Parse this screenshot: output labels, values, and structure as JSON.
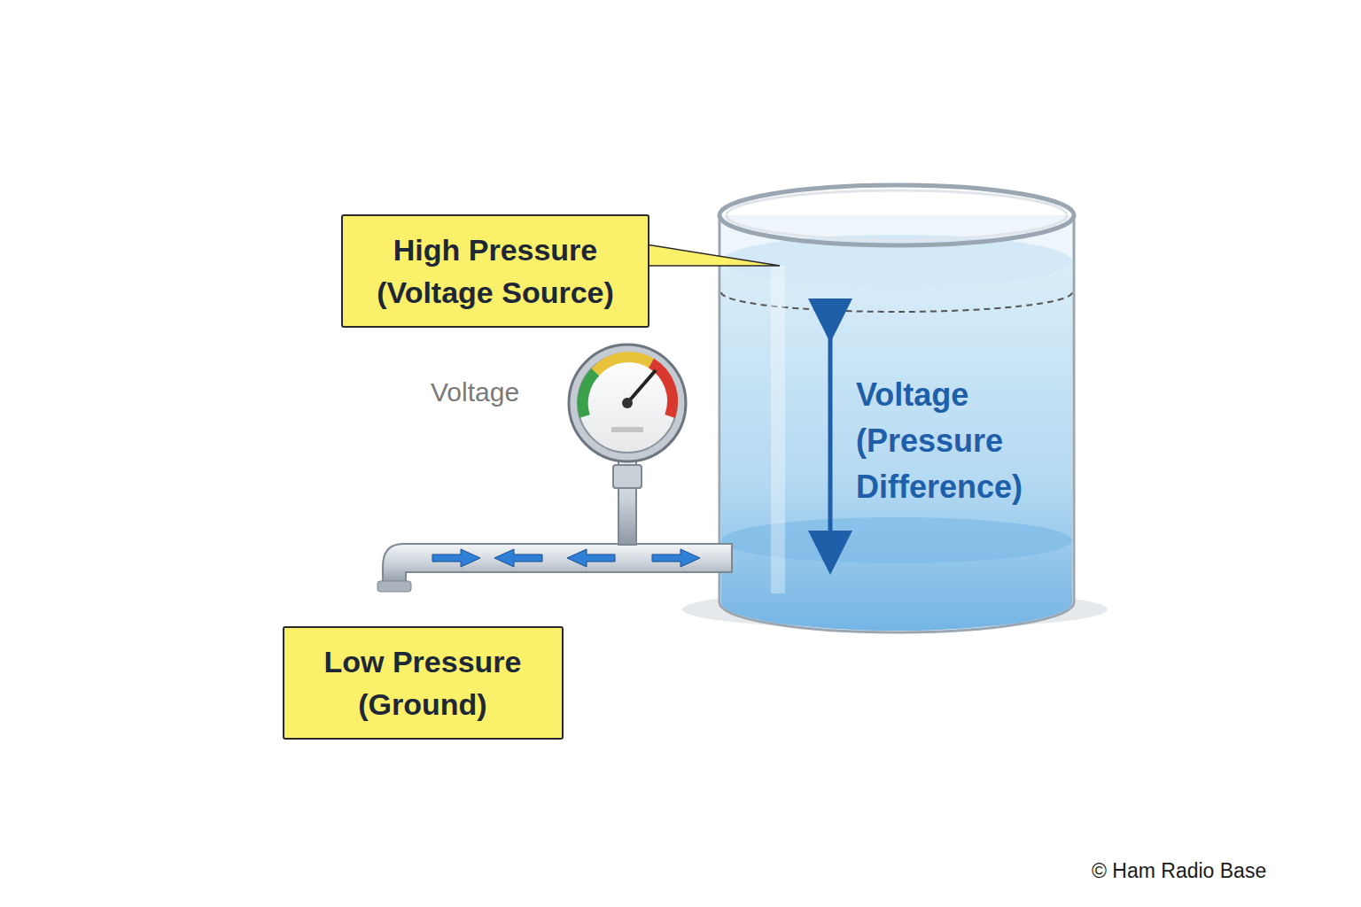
{
  "diagram": {
    "nodes": [
      {
        "text": [
          "High Pressure (Voltage Source)"
        ]
      },
      {
        "text": [
          "Low Pressure (Ground)"
        ]
      }
    ],
    "labels": [
      "Voltage",
      "Voltage (Pressure Difference)",
      "© Ham Radio Base"
    ]
  }
}
